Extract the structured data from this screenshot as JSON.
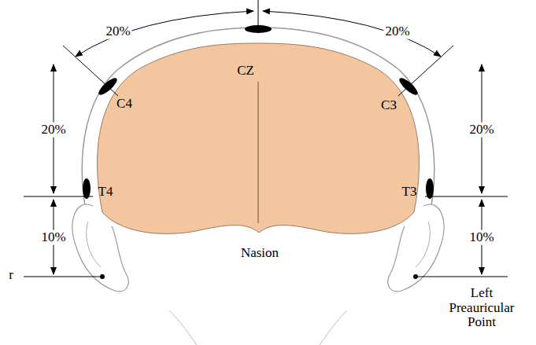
{
  "diagram": {
    "labels": [
      "20%",
      "20%",
      "C4",
      "CZ",
      "C3",
      "20%",
      "20%",
      "T4",
      "T3",
      "10%",
      "10%",
      "r",
      "Nasion",
      "Left Preauricular Point"
    ]
  }
}
